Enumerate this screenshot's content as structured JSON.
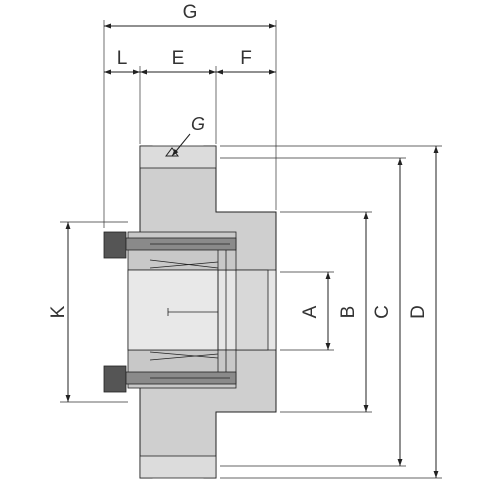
{
  "drawing": {
    "dimension_labels": {
      "g_top": "G",
      "l": "L",
      "e": "E",
      "f": "F",
      "g_mark": "G",
      "k": "K",
      "a": "A",
      "b": "B",
      "c": "C",
      "d": "D"
    },
    "colors": {
      "body_fill": "#cfcfcf",
      "bore_fill": "#e6e6e6",
      "bolt_fill": "#555555",
      "line": "#222222",
      "text": "#333333"
    }
  }
}
